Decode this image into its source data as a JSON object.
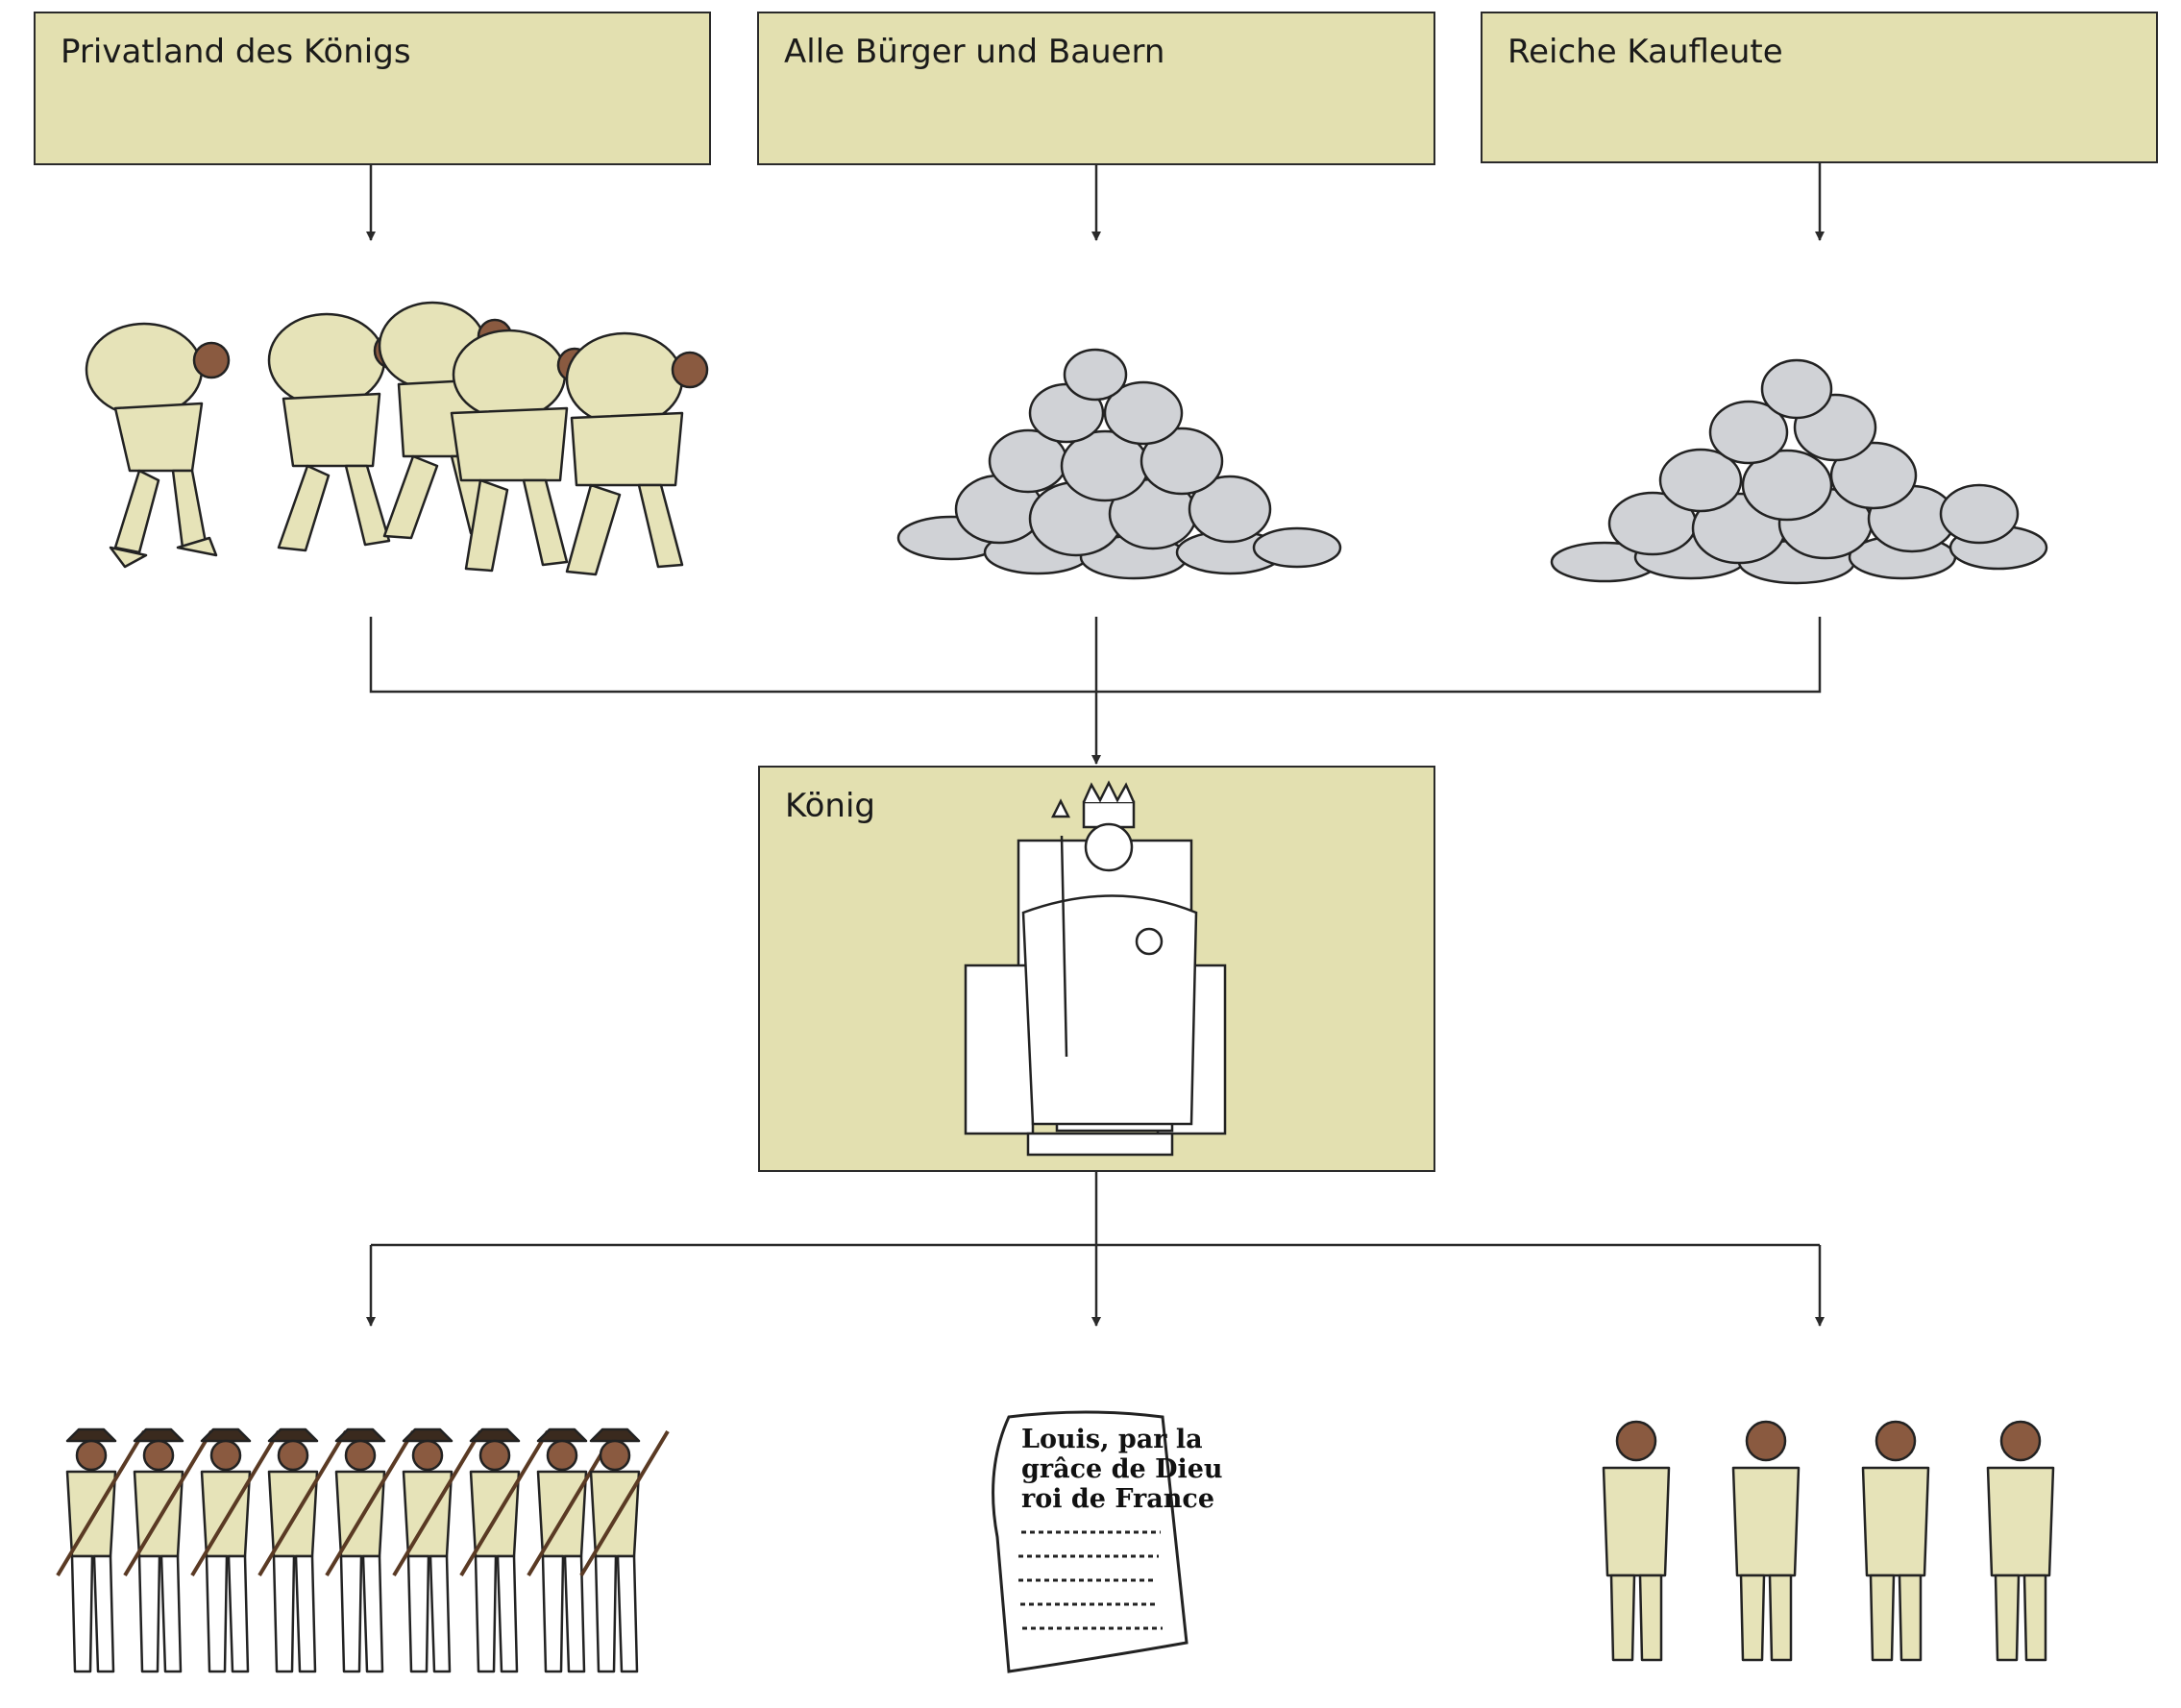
{
  "sources": [
    {
      "label": "Privatland des Königs"
    },
    {
      "label": "Alle Bürger und Bauern"
    },
    {
      "label": "Reiche Kaufleute"
    }
  ],
  "king": {
    "label": "König"
  },
  "decree": {
    "lines": [
      "Louis, par la",
      "grâce de Dieu",
      "roi de France"
    ]
  },
  "colors": {
    "box_fill": "#e3e0b0",
    "figure_fill": "#e6e3b8",
    "skin": "#8a5a40",
    "coin": "#d0d2d6",
    "line": "#2a2a2a"
  },
  "icons": [
    "peasants-carrying-sacks-icon",
    "coin-pile-icon",
    "coin-pile-icon",
    "king-on-throne-icon",
    "soldiers-with-muskets-icon",
    "royal-decree-icon",
    "officials-icon"
  ]
}
